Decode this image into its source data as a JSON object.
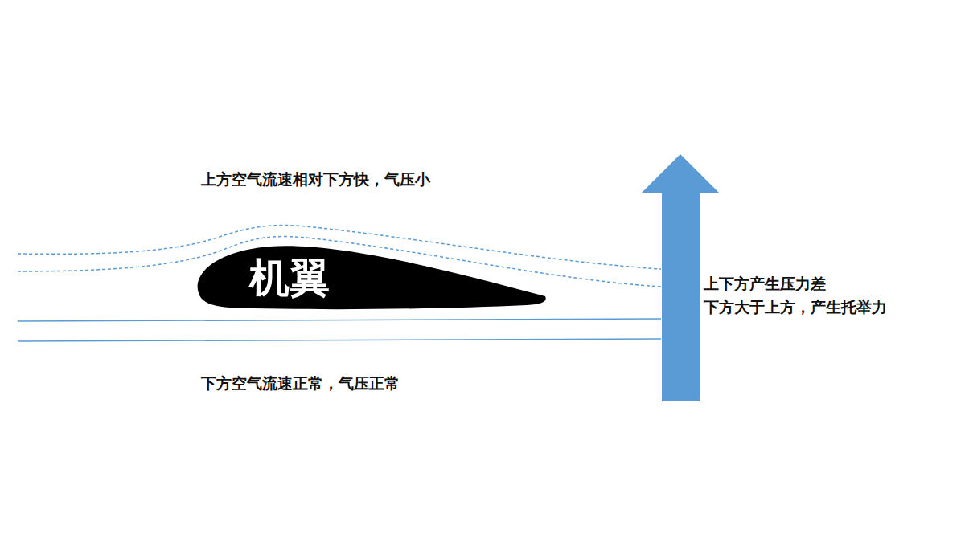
{
  "diagram": {
    "nodes": [
      {
        "text": [
          "机翼"
        ]
      }
    ],
    "labels": [
      "上方空气流速相对下方快，气压小",
      "下方空气流速正常，气压正常",
      "上下方产生压力差",
      "下方大于上方，产生托举力"
    ]
  }
}
